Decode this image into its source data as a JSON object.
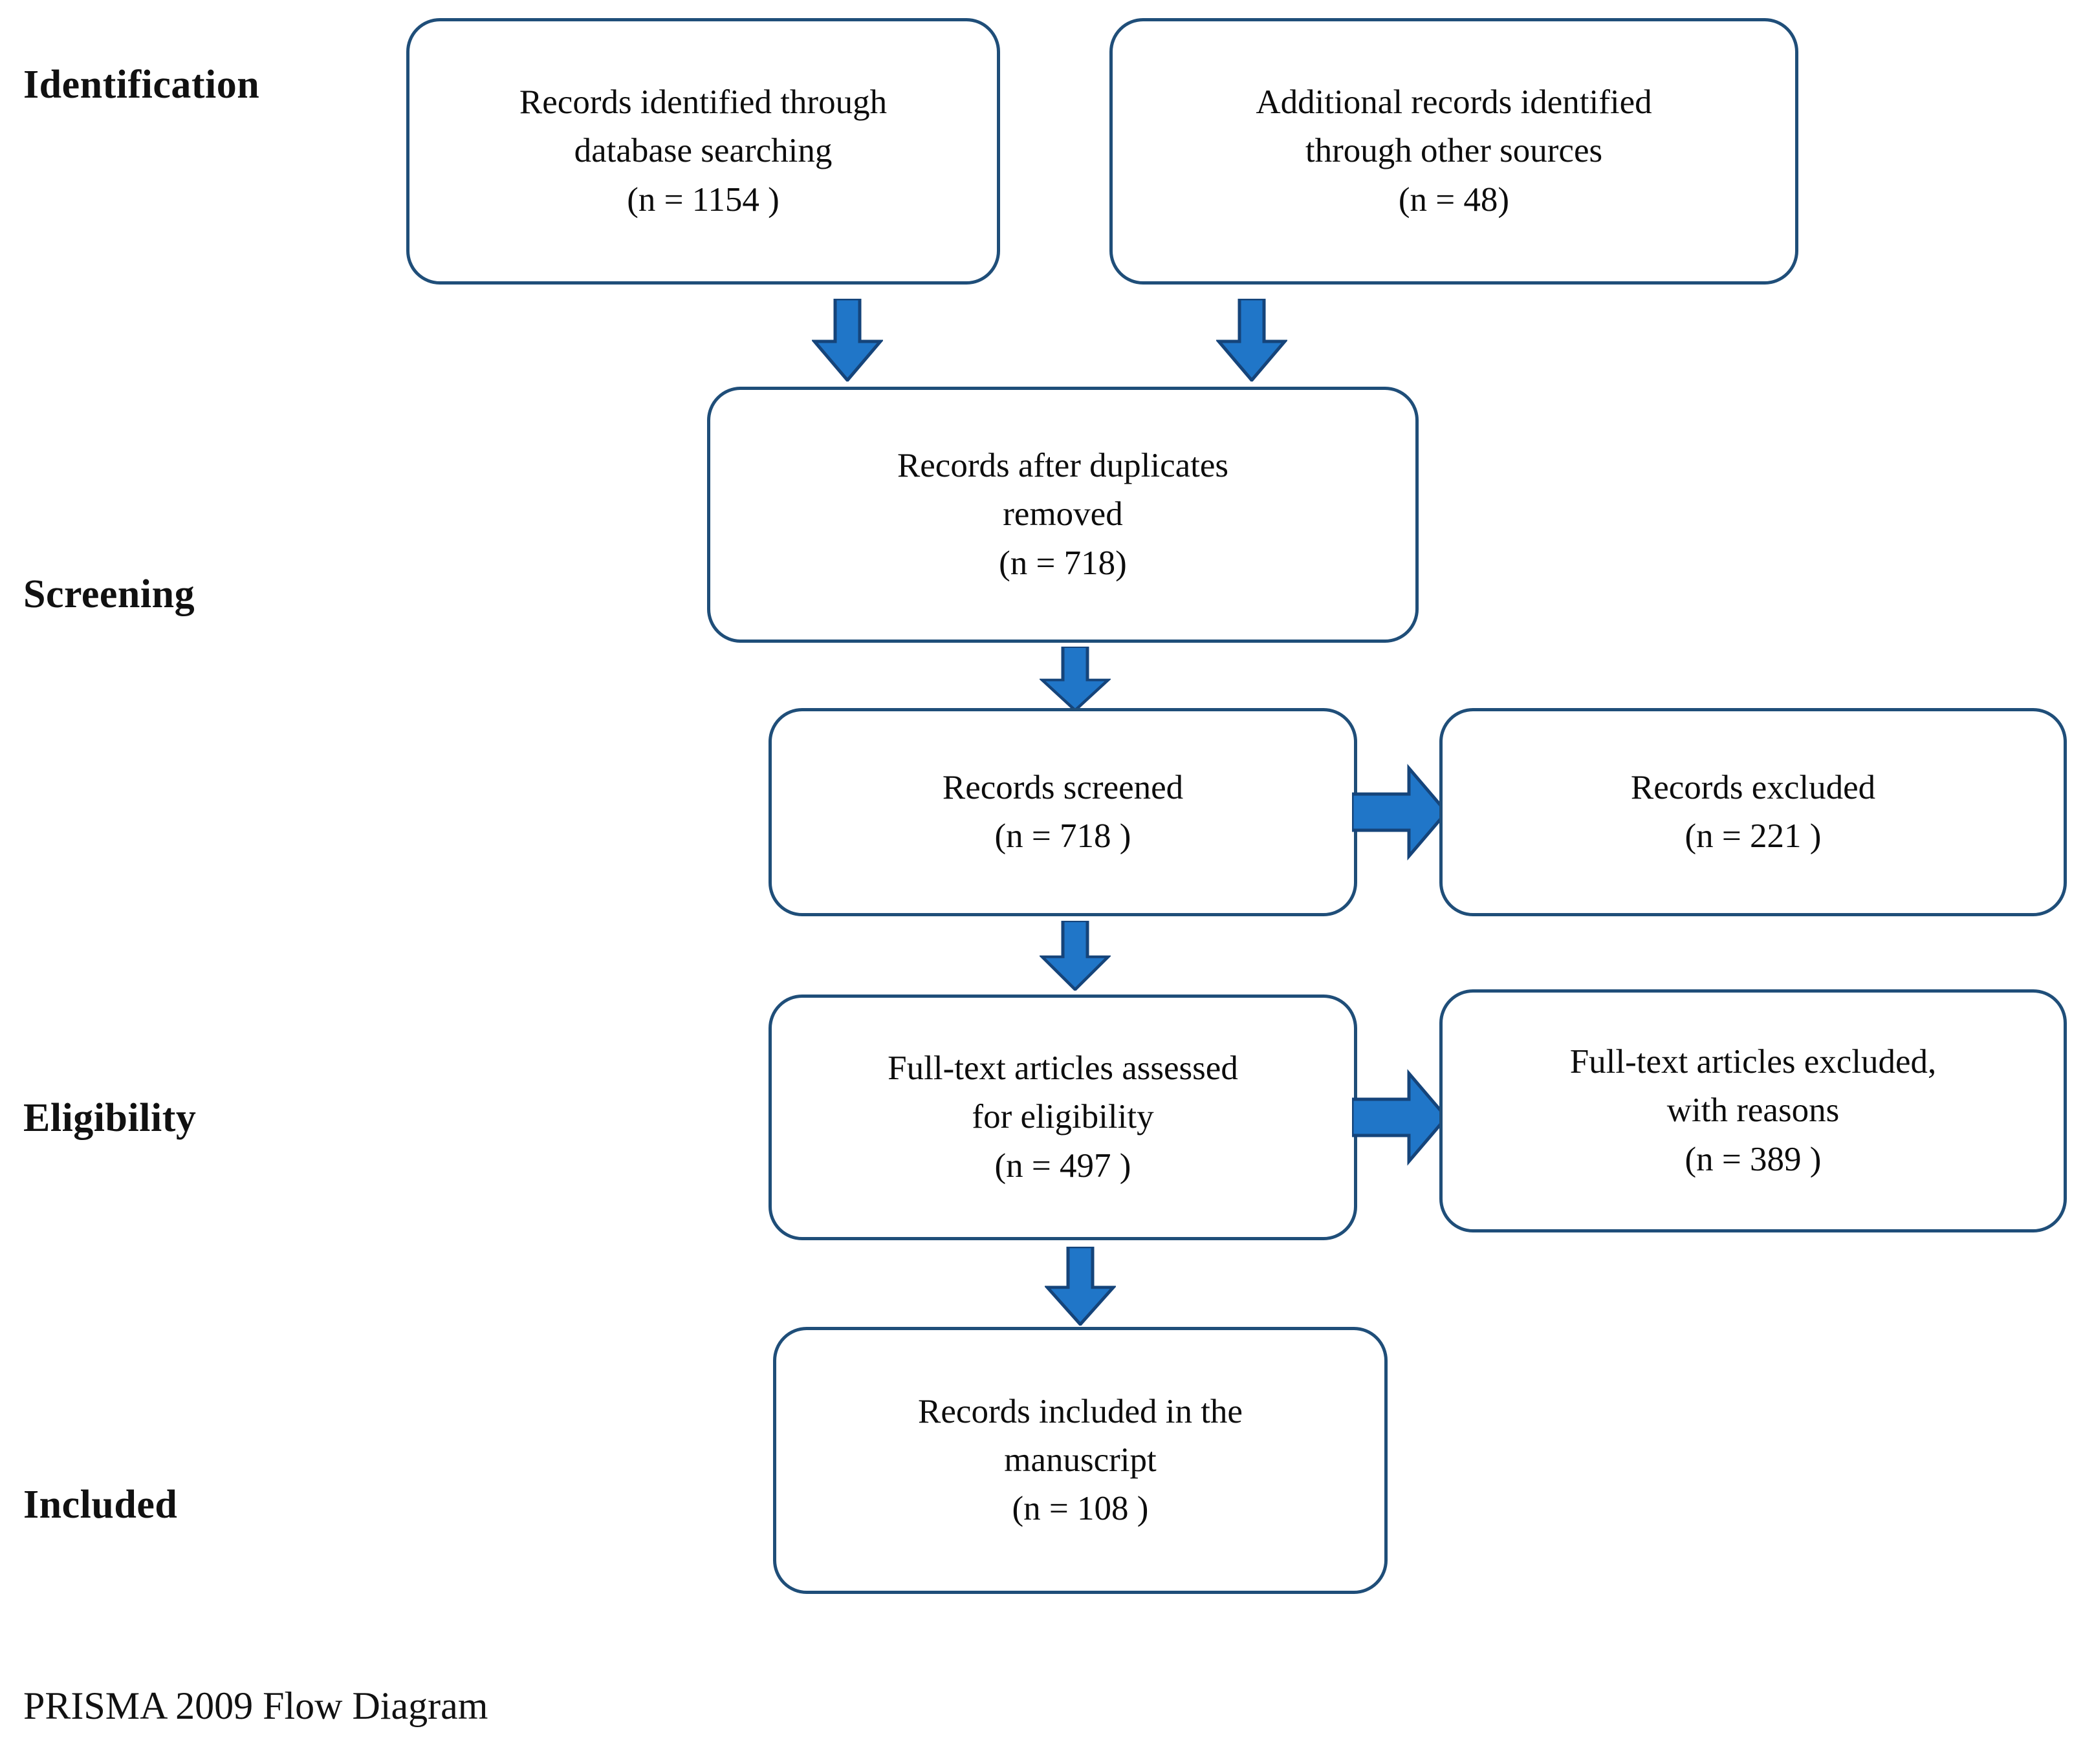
{
  "diagram": {
    "title": "PRISMA 2009 Flow Diagram",
    "footer": "PRISMA 2009 Flow Diagram",
    "accent_border_color": "#1F4E79",
    "arrow_fill_color": "#2076C8",
    "arrow_stroke_color": "#15447A",
    "background_color": "#FFFFFF",
    "text_color": "#0D0D0D"
  },
  "stages": [
    {
      "id": "identification",
      "label": "Identification"
    },
    {
      "id": "screening",
      "label": "Screening"
    },
    {
      "id": "eligibility",
      "label": "Eligibility"
    },
    {
      "id": "included",
      "label": "Included"
    }
  ],
  "boxes": {
    "db_search": {
      "id": "records-identified-database",
      "lines": [
        "Records identified through",
        "database searching",
        "(n = 1154 )"
      ],
      "n": 1154
    },
    "other_sources": {
      "id": "additional-records-other-sources",
      "lines": [
        "Additional records identified",
        "through other sources",
        "(n = 48)"
      ],
      "n": 48
    },
    "duplicates_removed": {
      "id": "records-after-duplicates-removed",
      "lines": [
        "Records after duplicates",
        "removed",
        "(n = 718)"
      ],
      "n": 718
    },
    "screened": {
      "id": "records-screened",
      "lines": [
        "Records screened",
        "(n = 718 )"
      ],
      "n": 718
    },
    "excluded": {
      "id": "records-excluded",
      "lines": [
        "Records excluded",
        "(n = 221 )"
      ],
      "n": 221
    },
    "fulltext_assessed": {
      "id": "full-text-articles-assessed",
      "lines": [
        "Full-text articles assessed",
        "for eligibility",
        "(n = 497 )"
      ],
      "n": 497
    },
    "fulltext_excluded": {
      "id": "full-text-articles-excluded",
      "lines": [
        "Full-text articles excluded,",
        "with reasons",
        "(n = 389 )"
      ],
      "n": 389
    },
    "included": {
      "id": "records-included-manuscript",
      "lines": [
        "Records included in the",
        "manuscript",
        "(n = 108 )"
      ],
      "n": 108
    }
  },
  "arrows": [
    {
      "id": "db-search-to-duplicates",
      "direction": "down",
      "from": "db_search",
      "to": "duplicates_removed"
    },
    {
      "id": "other-sources-to-duplicates",
      "direction": "down",
      "from": "other_sources",
      "to": "duplicates_removed"
    },
    {
      "id": "duplicates-to-screened",
      "direction": "down",
      "from": "duplicates_removed",
      "to": "screened"
    },
    {
      "id": "screened-to-excluded",
      "direction": "right",
      "from": "screened",
      "to": "excluded"
    },
    {
      "id": "screened-to-fulltext",
      "direction": "down",
      "from": "screened",
      "to": "fulltext_assessed"
    },
    {
      "id": "fulltext-to-fulltext-excluded",
      "direction": "right",
      "from": "fulltext_assessed",
      "to": "fulltext_excluded"
    },
    {
      "id": "fulltext-to-included",
      "direction": "down",
      "from": "fulltext_assessed",
      "to": "included"
    }
  ],
  "chart_data": {
    "type": "diagram",
    "title": "PRISMA 2009 Flow Diagram",
    "nodes": [
      {
        "stage": "Identification",
        "label": "Records identified through database searching",
        "n": 1154
      },
      {
        "stage": "Identification",
        "label": "Additional records identified through other sources",
        "n": 48
      },
      {
        "stage": "Screening",
        "label": "Records after duplicates removed",
        "n": 718
      },
      {
        "stage": "Screening",
        "label": "Records screened",
        "n": 718
      },
      {
        "stage": "Screening",
        "label": "Records excluded",
        "n": 221
      },
      {
        "stage": "Eligibility",
        "label": "Full-text articles assessed for eligibility",
        "n": 497
      },
      {
        "stage": "Eligibility",
        "label": "Full-text articles excluded, with reasons",
        "n": 389
      },
      {
        "stage": "Included",
        "label": "Records included in the manuscript",
        "n": 108
      }
    ]
  }
}
